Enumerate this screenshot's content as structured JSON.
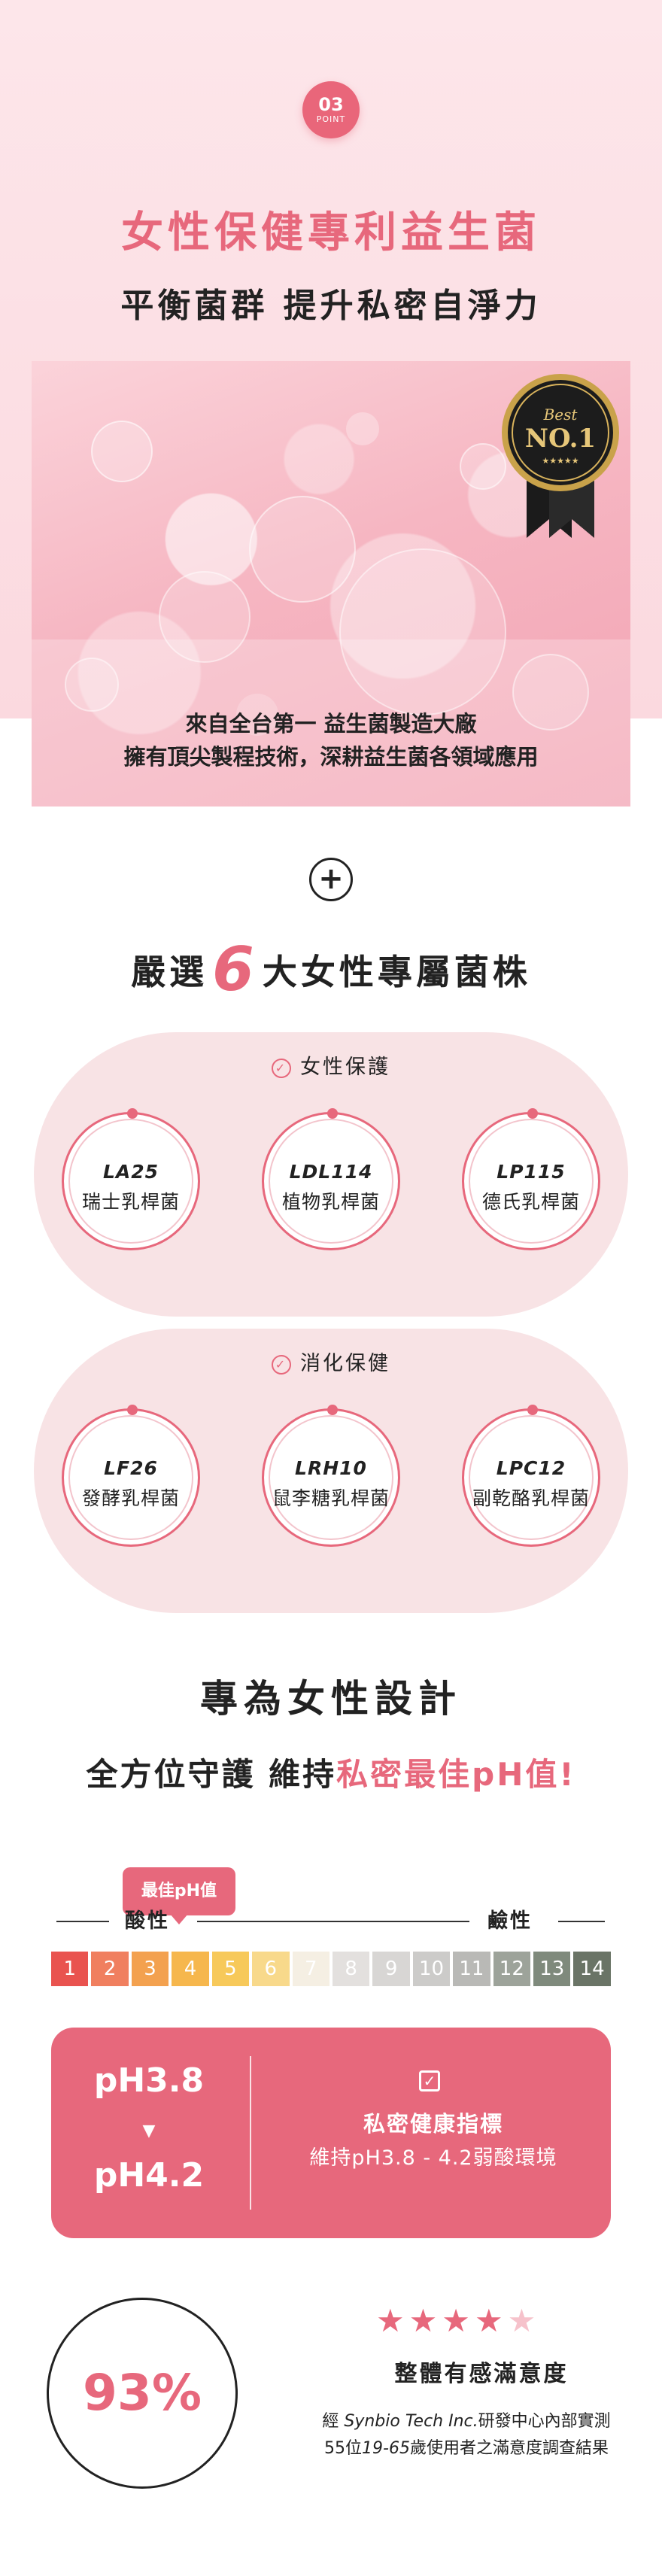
{
  "point_badge": {
    "number": "03",
    "label": "POINT"
  },
  "title": "女性保健專利益生菌",
  "subtitle": "平衡菌群 提升私密自淨力",
  "medal": {
    "top": "Best",
    "main": "NO.1",
    "stars": "★★★★★"
  },
  "hero_text": [
    "來自全台第一 益生菌製造大廠",
    "擁有頂尖製程技術，深耕益生菌各領域應用"
  ],
  "plus": "+",
  "strains_title": {
    "before": "嚴選",
    "number": "6",
    "after": "大女性專屬菌株"
  },
  "groups": [
    {
      "label": "女性保護",
      "strains": [
        {
          "code": "LA25",
          "name": "瑞士乳桿菌"
        },
        {
          "code": "LDL114",
          "name": "植物乳桿菌"
        },
        {
          "code": "LP115",
          "name": "德氏乳桿菌"
        }
      ]
    },
    {
      "label": "消化保健",
      "strains": [
        {
          "code": "LF26",
          "name": "發酵乳桿菌"
        },
        {
          "code": "LRH10",
          "name": "鼠李糖乳桿菌"
        },
        {
          "code": "LPC12",
          "name": "副乾酪乳桿菌"
        }
      ]
    }
  ],
  "design_title": "專為女性設計",
  "design_sub": {
    "before": "全方位守護 維持",
    "highlight": "私密最佳pH值",
    "after": "!"
  },
  "best_ph_bubble": "最佳pH值",
  "scale": {
    "acid": "酸性",
    "alkaline": "鹼性"
  },
  "ph_scale": [
    {
      "n": "1",
      "color": "#e9534f"
    },
    {
      "n": "2",
      "color": "#f07f5f"
    },
    {
      "n": "3",
      "color": "#f3a14f"
    },
    {
      "n": "4",
      "color": "#f6b74d"
    },
    {
      "n": "5",
      "color": "#f7c95a"
    },
    {
      "n": "6",
      "color": "#f8d98b"
    },
    {
      "n": "7",
      "color": "#f5efe3"
    },
    {
      "n": "8",
      "color": "#e3e0de"
    },
    {
      "n": "9",
      "color": "#d8d6d4"
    },
    {
      "n": "10",
      "color": "#cccbc9"
    },
    {
      "n": "11",
      "color": "#b9b9b6"
    },
    {
      "n": "12",
      "color": "#9da39a"
    },
    {
      "n": "13",
      "color": "#7f8a7c"
    },
    {
      "n": "14",
      "color": "#6a7466"
    }
  ],
  "ph_range": {
    "from": "pH3.8",
    "arrow": "▼",
    "to": "pH4.2"
  },
  "ph_box": {
    "check": "✓",
    "title": "私密健康指標",
    "desc": "維持pH3.8 - 4.2弱酸環境"
  },
  "satisfaction": {
    "percent": "93%",
    "stars_full": "★★★★",
    "star_half": "★",
    "title": "整體有感滿意度",
    "note1_a": "經",
    "note1_b": "Synbio Tech Inc.",
    "note1_c": "研發中心內部實測",
    "note2_a": "55位",
    "note2_b": "19-65",
    "note2_c": "歲使用者之滿意度調查結果"
  },
  "colors": {
    "accent": "#e7687c",
    "band": "#fbd9df",
    "group_bg": "#f8e3e5"
  }
}
